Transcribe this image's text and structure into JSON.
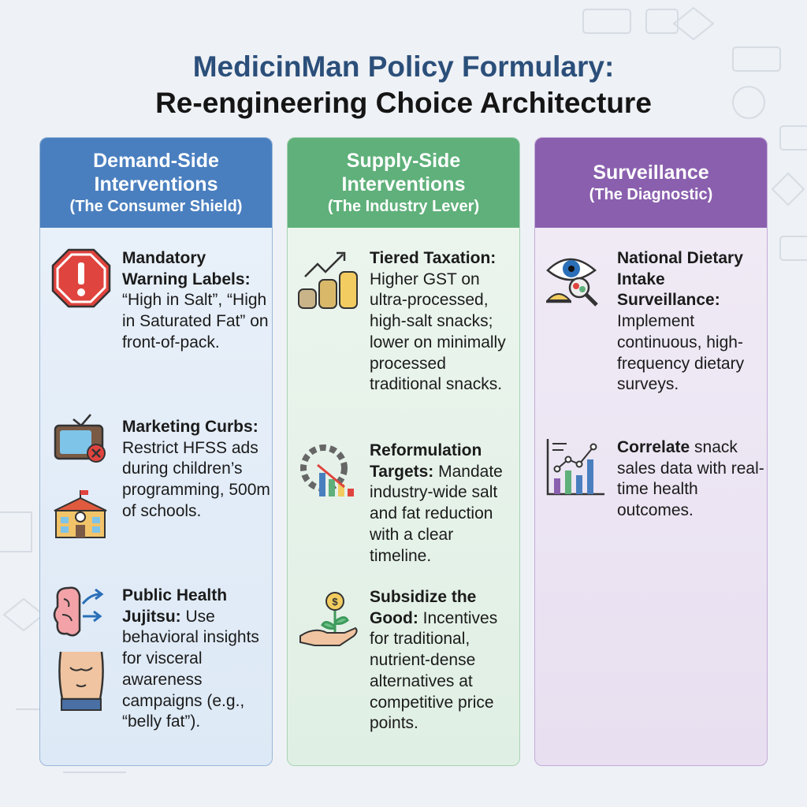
{
  "title": {
    "line1": "MedicinMan Policy Formulary:",
    "line2": "Re-engineering Choice Architecture"
  },
  "colors": {
    "demand": "#4a7fbf",
    "supply": "#5fb07a",
    "surveillance": "#8a5fae"
  },
  "columns": [
    {
      "heading": "Demand-Side Interventions",
      "subheading": "(The Consumer Shield)",
      "items": [
        {
          "bold": "Mandatory Warning Labels:",
          "text": " “High in Salt”, “High in Saturated Fat” on front-of-pack.",
          "icon": "warning-octagon-icon"
        },
        {
          "bold": "Marketing Curbs:",
          "text": " Restrict HFSS ads during children’s programming, 500m of schools.",
          "icon": "tv-blocked-icon"
        },
        {
          "bold": "Public Health Jujitsu:",
          "text": " Use behavioral insights for visceral awareness campaigns (e.g., “belly fat”).",
          "icon": "brain-arrows-icon"
        }
      ]
    },
    {
      "heading": "Supply-Side Interventions",
      "subheading": "(The Industry Lever)",
      "items": [
        {
          "bold": "Tiered Taxation:",
          "text": " Higher GST on ultra-processed, high-salt snacks; lower on minimally processed traditional snacks.",
          "icon": "coins-rising-icon"
        },
        {
          "bold": "Reformulation Targets:",
          "text": " Mandate industry-wide salt and fat reduction with a clear timeline.",
          "icon": "gear-chart-icon"
        },
        {
          "bold": "Subsidize the Good:",
          "text": " Incentives for traditional, nutrient-dense alternatives at competitive price points.",
          "icon": "hand-plant-coin-icon"
        }
      ]
    },
    {
      "heading": "Surveillance",
      "subheading": "(The Diagnostic)",
      "items": [
        {
          "bold": "National Dietary Intake Surveillance:",
          "text": " Implement continuous, high-frequency dietary surveys.",
          "icon": "eye-magnifier-food-icon"
        },
        {
          "bold": "Correlate",
          "text": " snack sales data with real-time health outcomes.",
          "icon": "bar-line-chart-icon"
        }
      ]
    }
  ]
}
